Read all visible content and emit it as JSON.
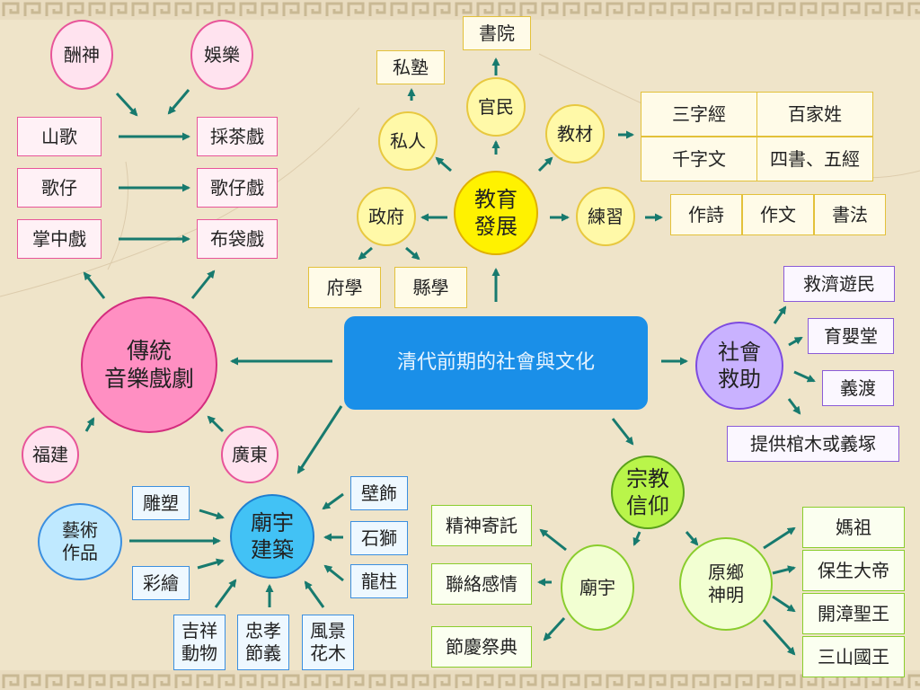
{
  "center": "清代前期的社會與文化",
  "education": {
    "hub": "教育\n發展",
    "private": "私人",
    "private_school": "私塾",
    "official": "官民",
    "academy": "書院",
    "government": "政府",
    "prefecture_school": "府學",
    "county_school": "縣學",
    "textbooks": "教材",
    "textbook_list": [
      "三字經",
      "百家姓",
      "千字文",
      "四書、五經"
    ],
    "practice": "練習",
    "practice_list": [
      "作詩",
      "作文",
      "書法"
    ]
  },
  "music_drama": {
    "hub": "傳統\n音樂戲劇",
    "rows": [
      {
        "from": "山歌",
        "to": "採茶戲"
      },
      {
        "from": "歌仔",
        "to": "歌仔戲"
      },
      {
        "from": "掌中戲",
        "to": "布袋戲"
      }
    ],
    "top_sources": [
      "酬神",
      "娛樂"
    ],
    "origins": [
      "福建",
      "廣東"
    ]
  },
  "temple_arch": {
    "hub": "廟宇\n建築",
    "art": "藝術\n作品",
    "left_items": [
      "雕塑",
      "彩繪"
    ],
    "right_items": [
      "壁飾",
      "石獅",
      "龍柱"
    ],
    "bottom_items": [
      "吉祥\n動物",
      "忠孝\n節義",
      "風景\n花木"
    ]
  },
  "social_relief": {
    "hub": "社會\n救助",
    "items": [
      "救濟遊民",
      "育嬰堂",
      "義渡",
      "提供棺木或義塚"
    ]
  },
  "religion": {
    "hub": "宗教\n信仰",
    "temple": "廟宇",
    "temple_functions": [
      "精神寄託",
      "聯絡感情",
      "節慶祭典"
    ],
    "hometown_gods": "原鄉\n神明",
    "gods": [
      "媽祖",
      "保生大帝",
      "開漳聖王",
      "三山國王"
    ]
  },
  "colors": {
    "arrow": "#177a6e",
    "center": "#1a8fe8"
  }
}
